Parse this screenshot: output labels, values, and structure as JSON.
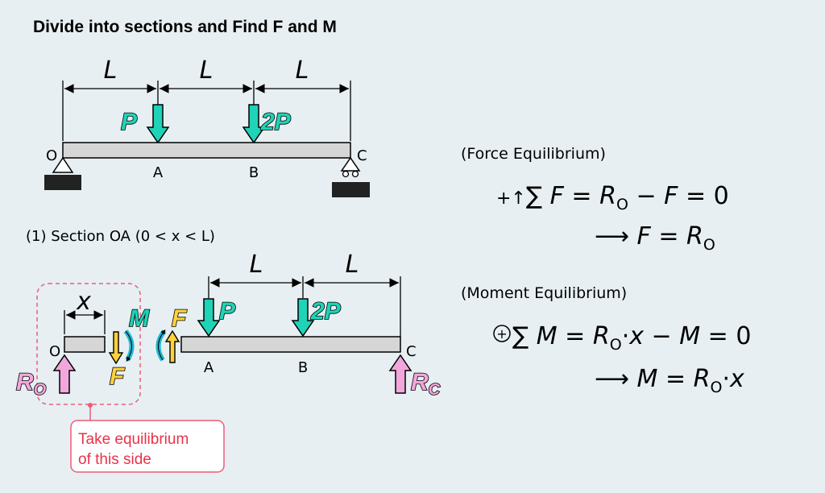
{
  "title": "Divide into sections and Find F and M",
  "colors": {
    "background": "#e7eff2",
    "force_cyan": "#1fd3b7",
    "force_yellow": "#ffd23a",
    "reaction_pink": "#f3a6dc",
    "note_red": "#e8334a",
    "beam_gray": "#d6d6d6"
  },
  "top_beam": {
    "dims": [
      "L",
      "L",
      "L"
    ],
    "points": [
      "O",
      "A",
      "B",
      "C"
    ],
    "loads": [
      "P",
      "2P"
    ]
  },
  "section": {
    "heading": "(1) Section OA (0 < x < L)",
    "left_piece": {
      "end": "O",
      "dim": "x",
      "reaction": "R_O",
      "moment": "M",
      "shear": "F"
    },
    "right_piece": {
      "moment": "M",
      "shear": "F",
      "dims": [
        "L",
        "L"
      ],
      "points": [
        "A",
        "B",
        "C"
      ],
      "loads": [
        "P",
        "2P"
      ],
      "reaction": "R_C"
    },
    "note_line1": "Take equilibrium",
    "note_line2": "of this side"
  },
  "force_eq": {
    "heading": "(Force Equilibrium)",
    "line1": "+↑∑ F = R_O − F = 0",
    "line2": "⟶ F = R_O"
  },
  "moment_eq": {
    "heading": "(Moment Equilibrium)",
    "line1": "∑ M = R_O·x − M = 0",
    "line2": "⟶ M = R_O·x"
  }
}
